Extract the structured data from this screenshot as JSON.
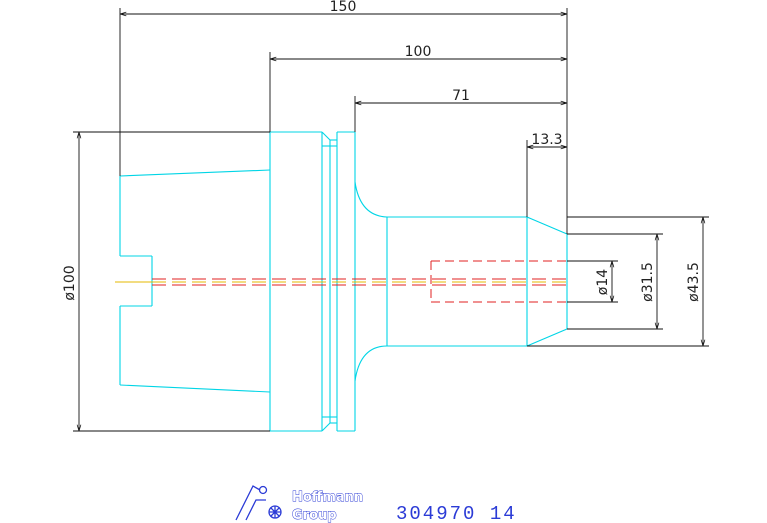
{
  "colors": {
    "part_outline": "#00d5e6",
    "dimension_line": "#111111",
    "centerline": "#e02020",
    "centerline_core": "#e6b800",
    "brand_blue": "#2b3bd6"
  },
  "dimensions": {
    "overall_length": "150",
    "flange_to_end": "100",
    "shank_to_end": "71",
    "nose_length": "13.3",
    "diameter_body": "ø100",
    "diameter_bore": "ø14",
    "diameter_nose": "ø31.5",
    "diameter_shank": "ø43.5"
  },
  "brand": {
    "line1": "Hoffmann",
    "line2": "Group",
    "logo_icon": "hoffmann-climber-logo"
  },
  "part_number": "304970  14"
}
